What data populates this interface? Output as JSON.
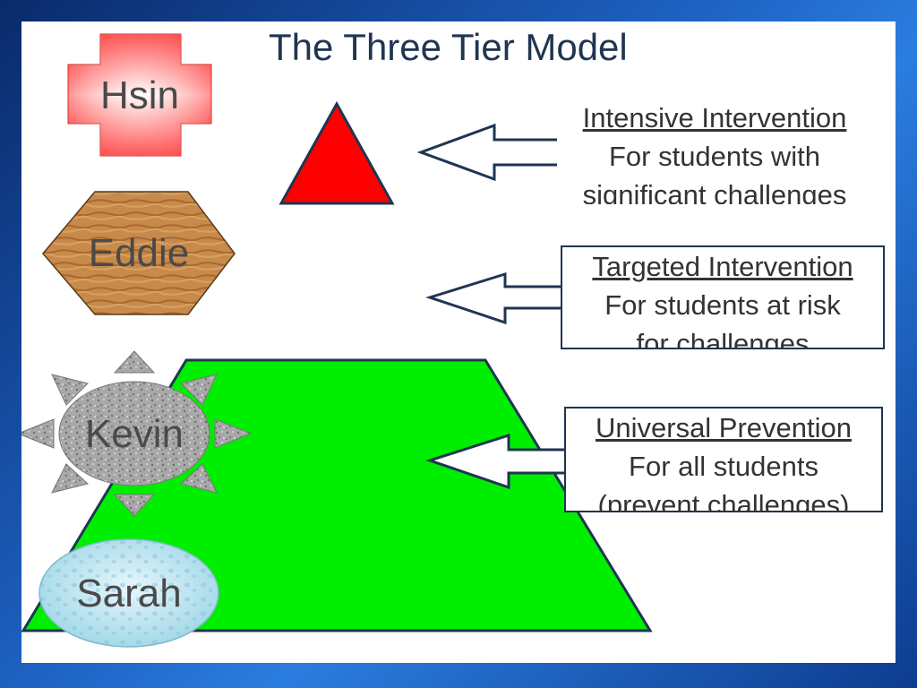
{
  "title": "The Three Tier Model",
  "people": {
    "hsin": "Hsin",
    "eddie": "Eddie",
    "kevin": "Kevin",
    "sarah": "Sarah"
  },
  "tiers": [
    {
      "heading": "Intensive Intervention",
      "line1": "For students with",
      "line2": "significant challenges",
      "color": "#ff0000"
    },
    {
      "heading": "Targeted Intervention",
      "line1": "For students at risk",
      "line2": "for challenges",
      "color": "#ffffff"
    },
    {
      "heading": "Universal Prevention",
      "line1": "For all students",
      "line2": "(prevent challenges)",
      "color": "#00ee00"
    }
  ],
  "colors": {
    "outline": "#1f3552",
    "red_tier": "#ff0000",
    "green_tier": "#00ee00"
  },
  "icons": {
    "hsin_shape": "red-cross-icon",
    "eddie_shape": "wood-hexagon-icon",
    "kevin_shape": "granite-sun-icon",
    "sarah_shape": "water-ellipse-icon"
  }
}
